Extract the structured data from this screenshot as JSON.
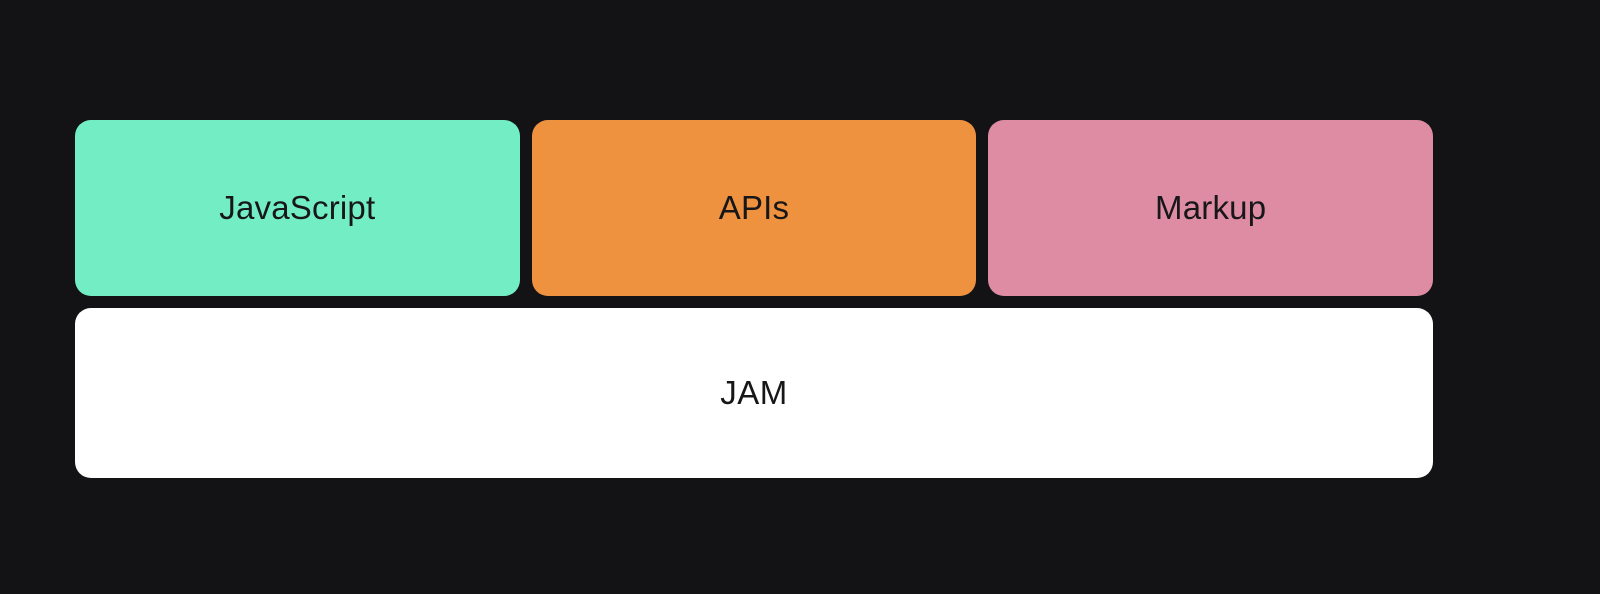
{
  "background_color": "#131316",
  "text_color": "#17171A",
  "diagram": {
    "layers": [
      {
        "label": "JavaScript",
        "color": "#73EEC4"
      },
      {
        "label": "APIs",
        "color": "#EF9240"
      },
      {
        "label": "Markup",
        "color": "#DD8CA4"
      }
    ],
    "base": {
      "label": "JAM",
      "color": "#FFFFFF"
    }
  }
}
